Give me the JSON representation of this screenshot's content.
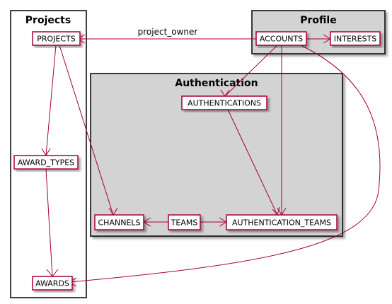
{
  "packages": {
    "projects": "Projects",
    "profile": "Profile",
    "authentication": "Authentication"
  },
  "entities": {
    "projects": "PROJECTS",
    "award_types": "AWARD_TYPES",
    "awards": "AWARDS",
    "accounts": "ACCOUNTS",
    "interests": "INTERESTS",
    "authentications": "AUTHENTICATIONS",
    "channels": "CHANNELS",
    "teams": "TEAMS",
    "authentication_teams": "AUTHENTICATION_TEAMS"
  },
  "relations": {
    "project_owner": "project_owner"
  },
  "colors": {
    "line": "#A80036",
    "package_fill_gray": "#D3D3D3",
    "package_fill_white": "#FFFFFF",
    "entity_fill": "#FFFFFF"
  }
}
